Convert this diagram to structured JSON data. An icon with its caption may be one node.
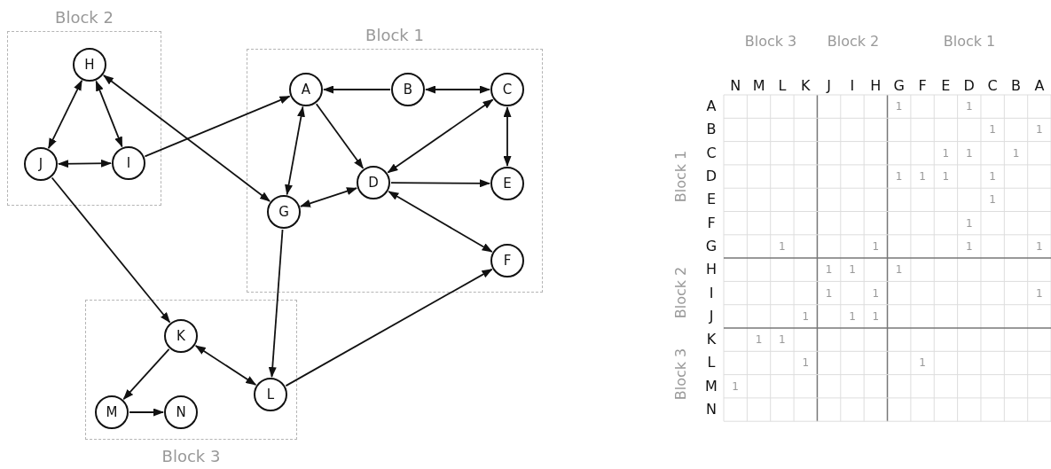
{
  "diagram": {
    "nodes": [
      {
        "text": [
          "Block 2"
        ]
      },
      {
        "text": [
          "H"
        ],
        "in": 0
      },
      {
        "text": [
          "J"
        ],
        "in": 0
      },
      {
        "text": [
          "I"
        ],
        "in": 0
      },
      {
        "text": [
          "Block 1"
        ]
      },
      {
        "text": [
          "A"
        ],
        "in": 4
      },
      {
        "text": [
          "B"
        ],
        "in": 4
      },
      {
        "text": [
          "C"
        ],
        "in": 4
      },
      {
        "text": [
          "D"
        ],
        "in": 4
      },
      {
        "text": [
          "E"
        ],
        "in": 4
      },
      {
        "text": [
          "G"
        ],
        "in": 4
      },
      {
        "text": [
          "F"
        ],
        "in": 4
      },
      {
        "text": [
          "Block 3"
        ]
      },
      {
        "text": [
          "K"
        ],
        "in": 12
      },
      {
        "text": [
          "M"
        ],
        "in": 12
      },
      {
        "text": [
          "N"
        ],
        "in": 12
      },
      {
        "text": [
          "L"
        ],
        "in": 12
      }
    ],
    "edges": [
      {
        "from": 1,
        "to": 2,
        "arrow": "both"
      },
      {
        "from": 1,
        "to": 3,
        "arrow": "both"
      },
      {
        "from": 2,
        "to": 3,
        "arrow": "both"
      },
      {
        "from": 1,
        "to": 10,
        "arrow": "both"
      },
      {
        "from": 3,
        "to": 5,
        "arrow": "to"
      },
      {
        "from": 2,
        "to": 13,
        "arrow": "to"
      },
      {
        "from": 6,
        "to": 5,
        "arrow": "to"
      },
      {
        "from": 6,
        "to": 7,
        "arrow": "both"
      },
      {
        "from": 5,
        "to": 8,
        "arrow": "to"
      },
      {
        "from": 5,
        "to": 10,
        "arrow": "both"
      },
      {
        "from": 7,
        "to": 8,
        "arrow": "both"
      },
      {
        "from": 7,
        "to": 9,
        "arrow": "both"
      },
      {
        "from": 8,
        "to": 9,
        "arrow": "to"
      },
      {
        "from": 10,
        "to": 8,
        "arrow": "both"
      },
      {
        "from": 8,
        "to": 11,
        "arrow": "both"
      },
      {
        "from": 10,
        "to": 16,
        "arrow": "to"
      },
      {
        "from": 16,
        "to": 11,
        "arrow": "to"
      },
      {
        "from": 13,
        "to": 16,
        "arrow": "both"
      },
      {
        "from": 13,
        "to": 14,
        "arrow": "to"
      },
      {
        "from": 14,
        "to": 15,
        "arrow": "to"
      }
    ],
    "labels": [
      "Block 3",
      "Block 2",
      "Block 1",
      "N",
      "M",
      "L",
      "K",
      "J",
      "I",
      "H",
      "G",
      "F",
      "E",
      "D",
      "C",
      "B",
      "A",
      "A",
      "1",
      "1",
      "B",
      "1",
      "1",
      "C",
      "1",
      "1",
      "1",
      "D",
      "1",
      "1",
      "1",
      "1",
      "E",
      "1",
      "F",
      "1",
      "G",
      "1",
      "1",
      "1",
      "1",
      "H",
      "1",
      "1",
      "1",
      "I",
      "1",
      "1",
      "1",
      "J",
      "1",
      "1",
      "1",
      "K",
      "1",
      "1",
      "L",
      "1",
      "1",
      "M",
      "1",
      "N",
      "Block 1",
      "Block 2",
      "Block 3"
    ]
  }
}
